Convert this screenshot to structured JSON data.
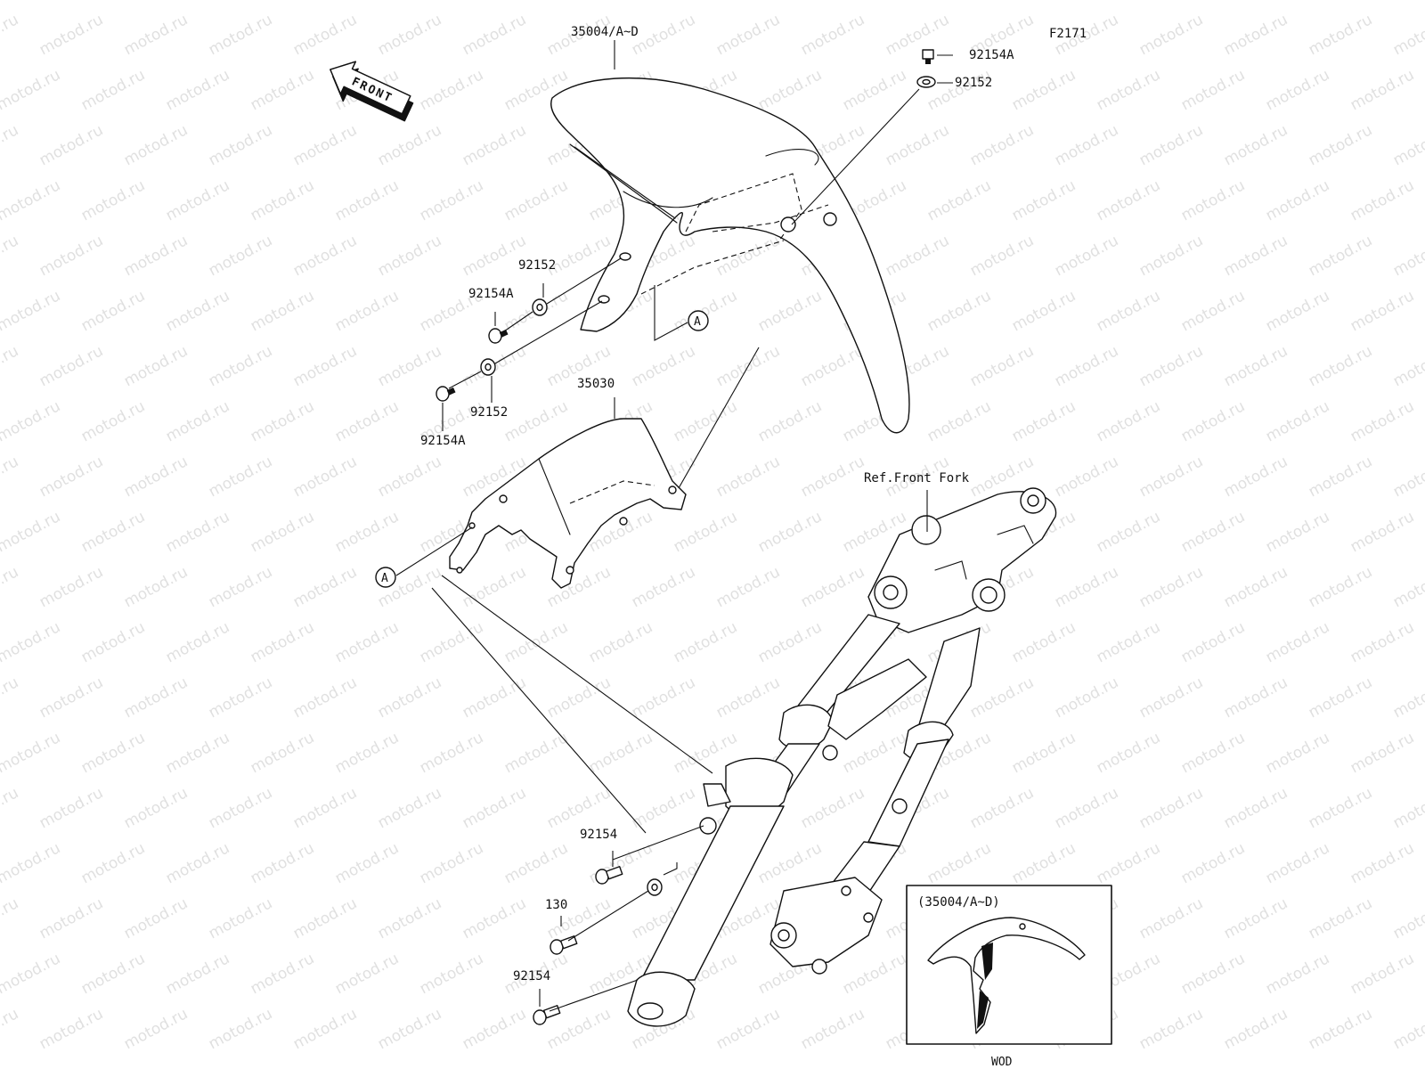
{
  "figure_id": "F2171",
  "watermark": "motod.ru",
  "direction_label": "FRONT",
  "callout_letter": "A",
  "reference_label": "Ref.Front Fork",
  "inset": {
    "title": "(35004/A~D)",
    "caption": "WOD"
  },
  "part_numbers": {
    "fender": "35004/A~D",
    "bracket": "35030",
    "bolt_a": "92154A",
    "washer": "92152",
    "bolt": "92154",
    "bolt_130": "130"
  }
}
